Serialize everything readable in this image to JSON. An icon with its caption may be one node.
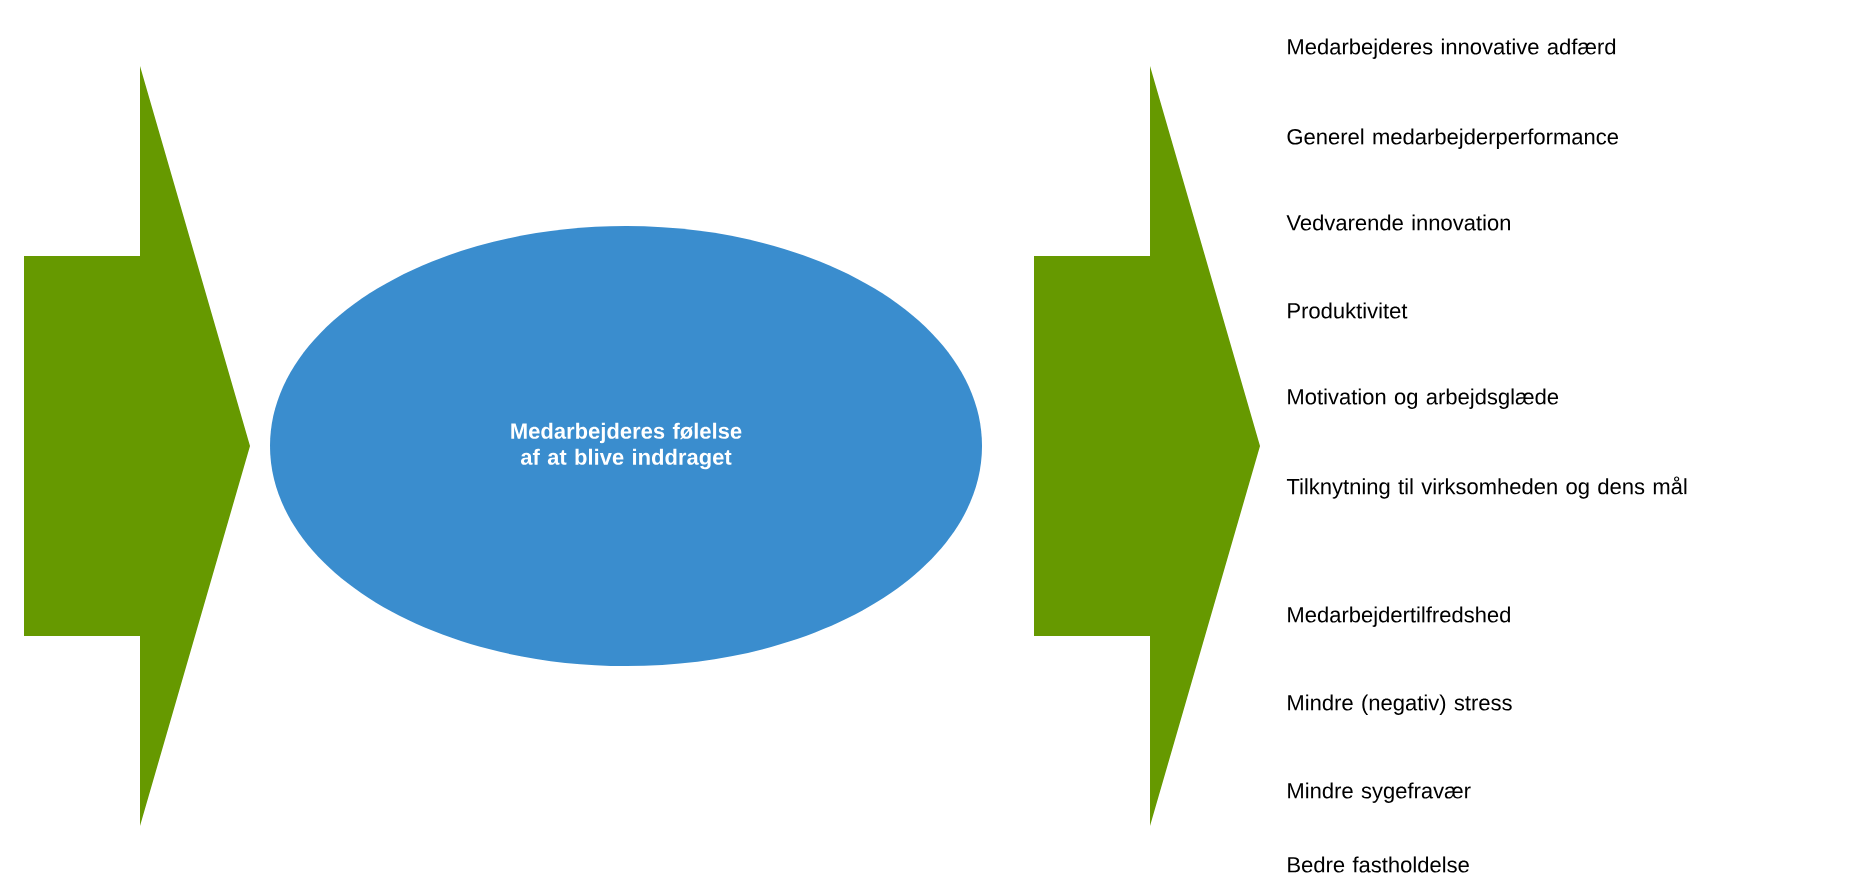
{
  "diagram": {
    "nodes": [
      {
        "text": [],
        "shape": "arrow"
      },
      {
        "text": [
          "Medarbejderes følelse af at blive inddraget"
        ]
      },
      {
        "text": [],
        "shape": "arrow"
      }
    ],
    "labels": [
      "Medarbejderes innovative adfærd",
      "Generel medarbejderperformance",
      "Vedvarende innovation",
      "Produktivitet",
      "Motivation og arbejdsglæde",
      "Tilknytning til virksomheden og dens mål",
      "Medarbejdertilfredshed",
      "Mindre (negativ) stress",
      "Mindre sygefravær",
      "Bedre fastholdelse"
    ]
  }
}
